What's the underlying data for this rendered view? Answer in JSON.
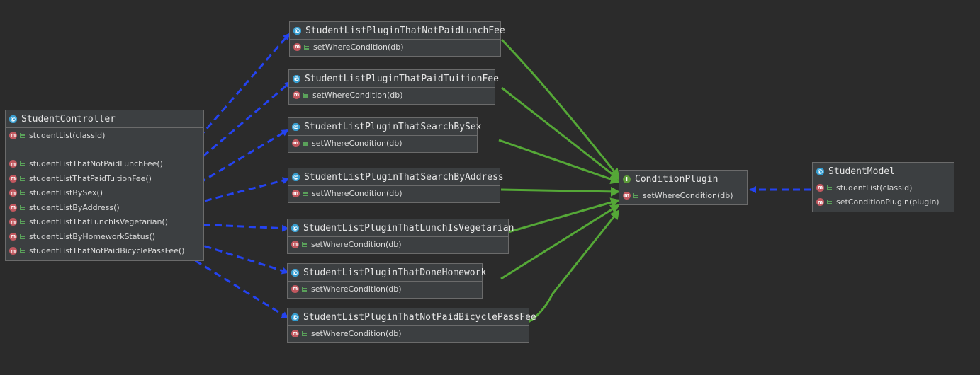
{
  "edge_colors": {
    "dependency": "#2443f0",
    "realization": "#55a837"
  },
  "controller": {
    "name": "StudentController",
    "methods": [
      "studentList(classId)",
      "studentListThatNotPaidLunchFee()",
      "studentListThatPaidTuitionFee()",
      "studentListBySex()",
      "studentListByAddress()",
      "studentListThatLunchIsVegetarian()",
      "studentListByHomeworkStatus()",
      "studentListThatNotPaidBicyclePassFee()"
    ]
  },
  "plugins": [
    {
      "name": "StudentListPluginThatNotPaidLunchFee",
      "method": "setWhereCondition(db)"
    },
    {
      "name": "StudentListPluginThatPaidTuitionFee",
      "method": "setWhereCondition(db)"
    },
    {
      "name": "StudentListPluginThatSearchBySex",
      "method": "setWhereCondition(db)"
    },
    {
      "name": "StudentListPluginThatSearchByAddress",
      "method": "setWhereCondition(db)"
    },
    {
      "name": "StudentListPluginThatLunchIsVegetarian",
      "method": "setWhereCondition(db)"
    },
    {
      "name": "StudentListPluginThatDoneHomework",
      "method": "setWhereCondition(db)"
    },
    {
      "name": "StudentListPluginThatNotPaidBicyclePassFee",
      "method": "setWhereCondition(db)"
    }
  ],
  "interface": {
    "name": "ConditionPlugin",
    "methods": [
      "setWhereCondition(db)"
    ]
  },
  "model": {
    "name": "StudentModel",
    "methods": [
      "studentList(classId)",
      "setConditionPlugin(plugin)"
    ]
  },
  "icons": {
    "class": "class-icon",
    "interface": "interface-icon",
    "method": "method-icon",
    "visibility": "public-visibility-icon"
  }
}
